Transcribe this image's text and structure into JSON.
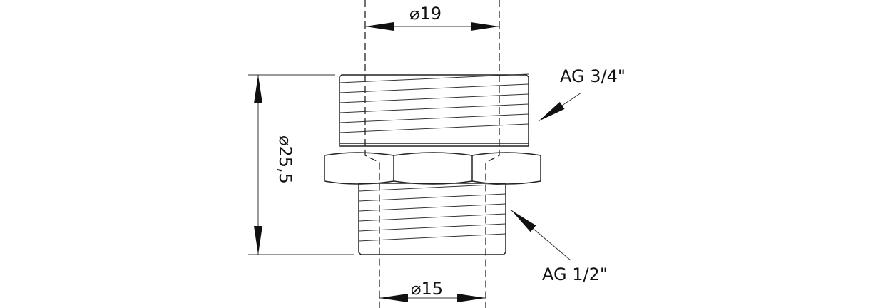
{
  "drawing": {
    "dimension_top": "⌀19",
    "dimension_bottom": "⌀15",
    "dimension_left": "⌀25,5",
    "thread_upper": "AG 3/4\"",
    "thread_lower": "AG 1/2\""
  }
}
